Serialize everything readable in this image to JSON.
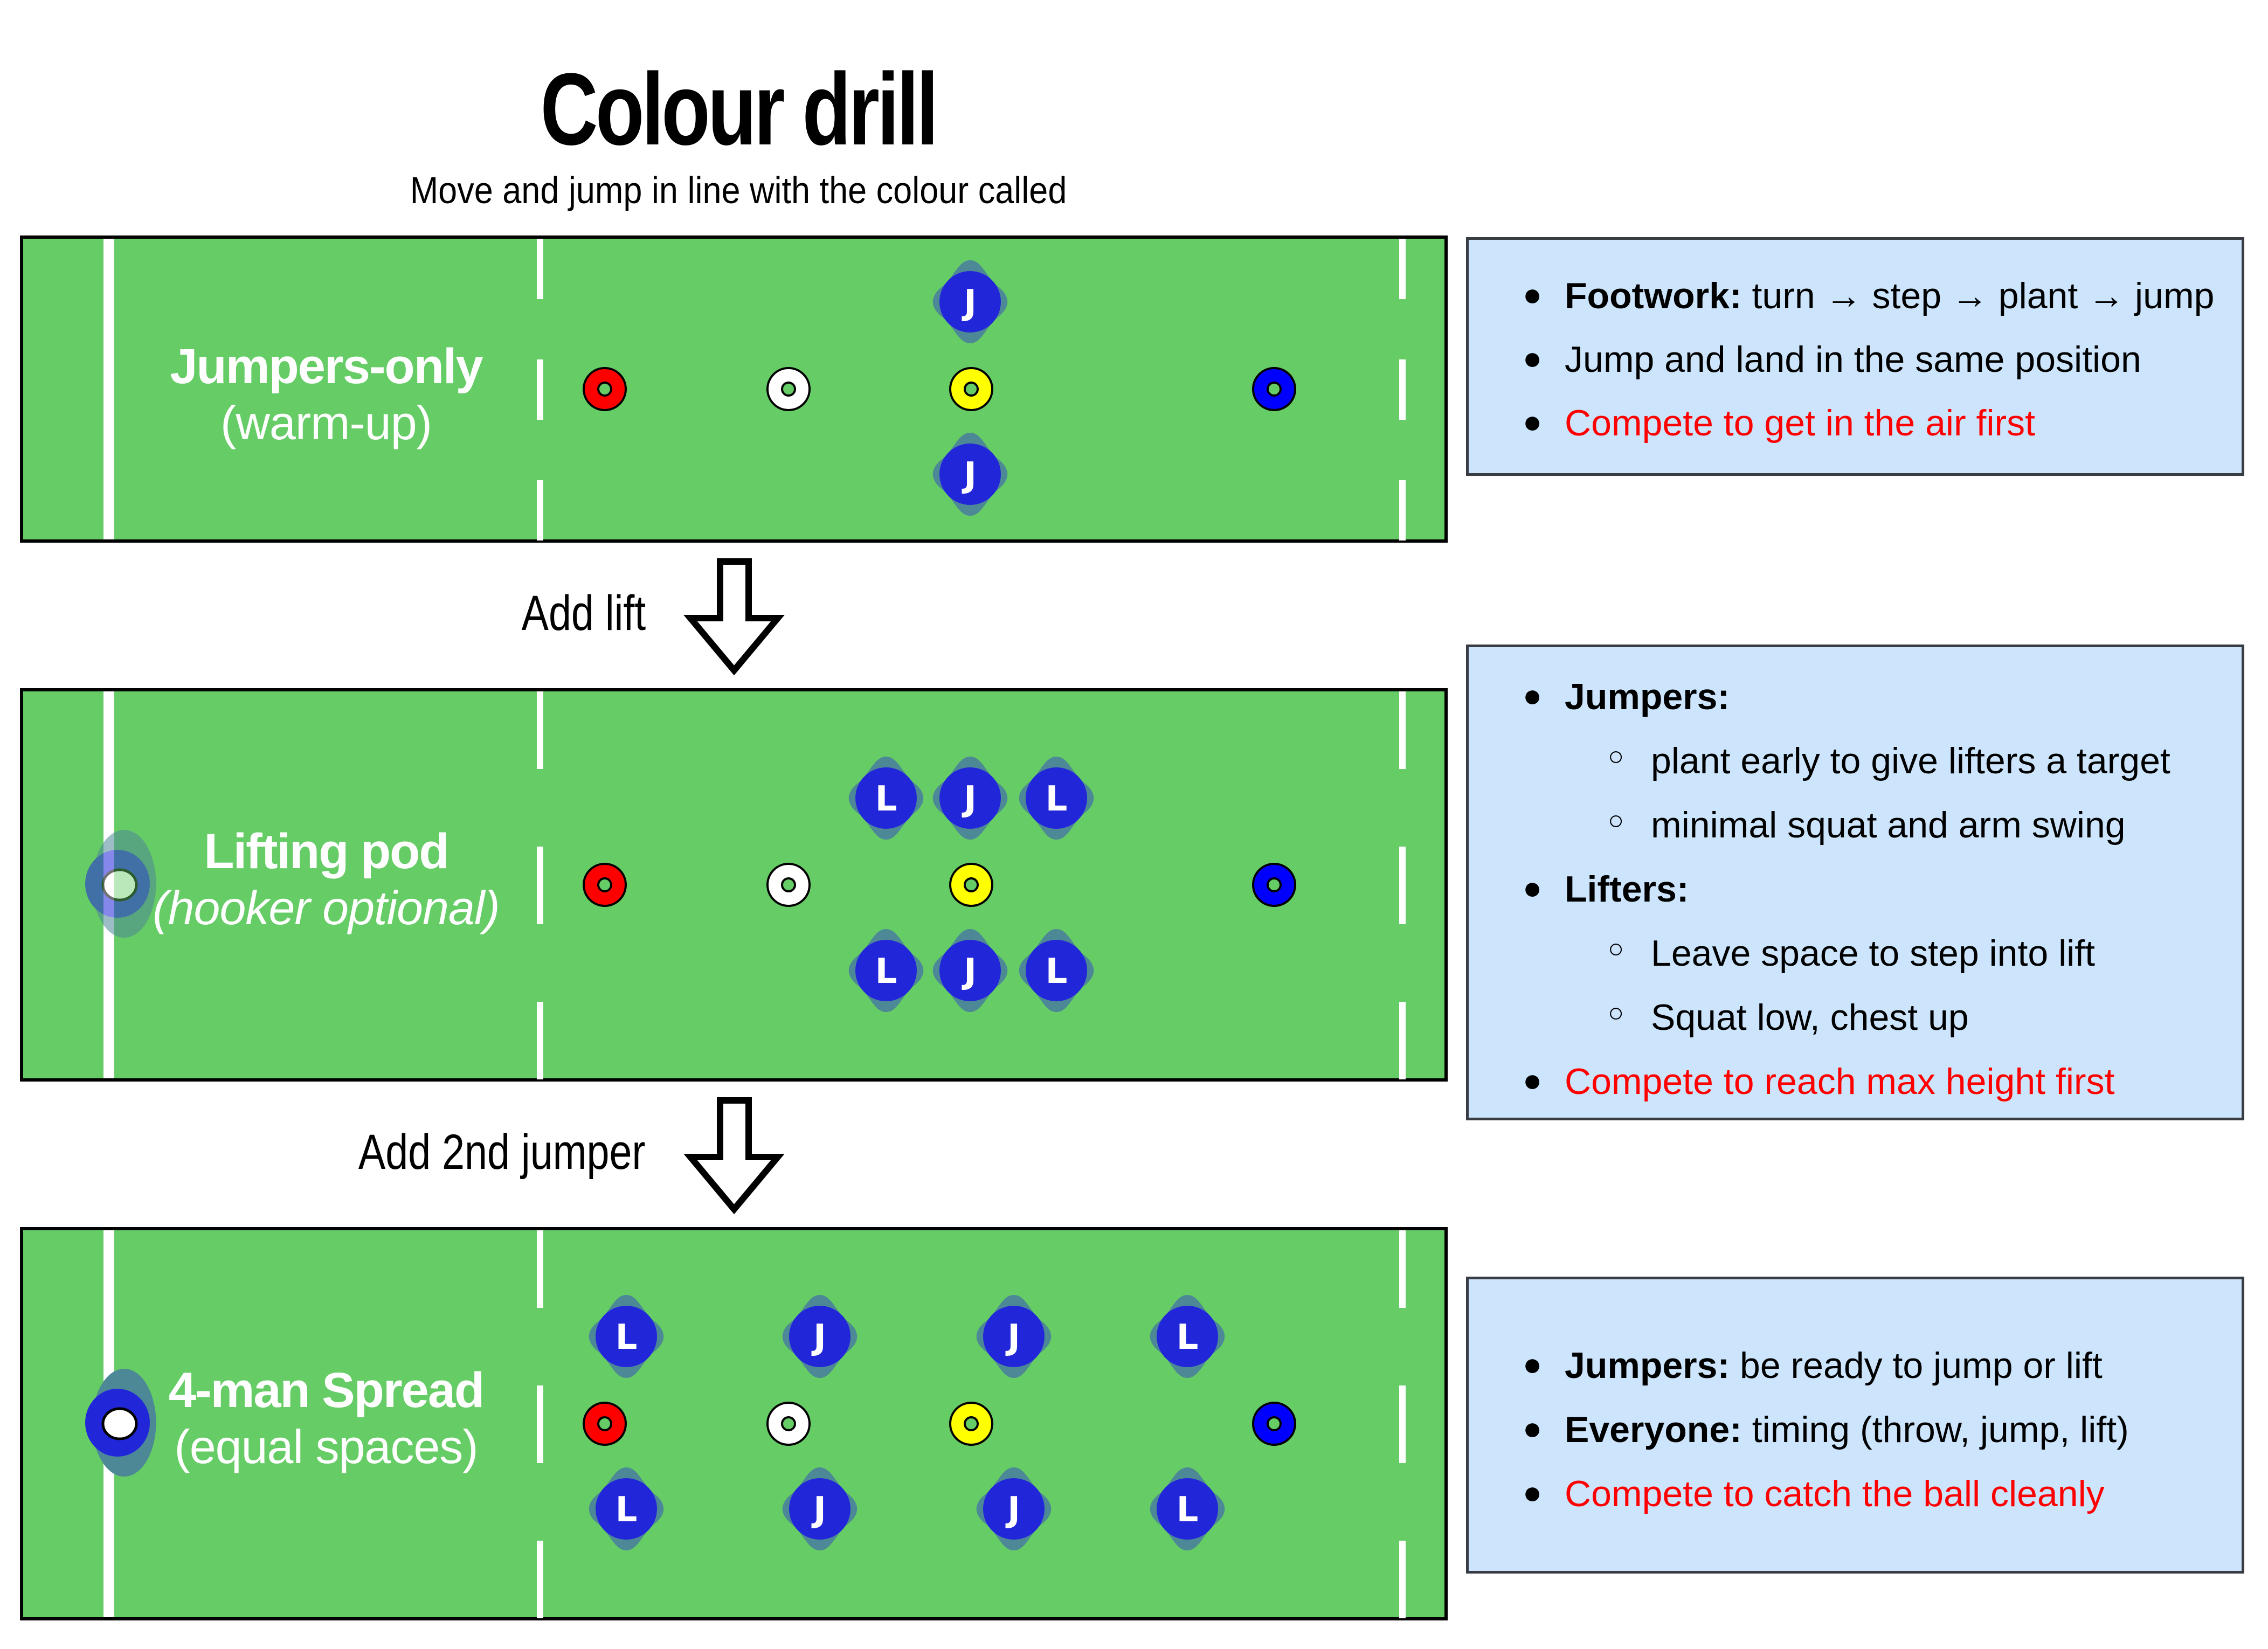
{
  "header": {
    "title": "Colour drill",
    "subtitle": "Move and jump in line with the colour called"
  },
  "colors": {
    "field": "#66cc66",
    "field_lines": "#ffffff",
    "player": "#2226d9",
    "player_shadow": "#4c8896",
    "notes_bg": "#cce5fc",
    "notes_border": "#393c43",
    "emphasis": "#ff0000"
  },
  "cones": [
    {
      "name": "red",
      "color": "#ff0000"
    },
    {
      "name": "white",
      "color": "#ffffff"
    },
    {
      "name": "yellow",
      "color": "#ffff00"
    },
    {
      "name": "blue",
      "color": "#0000ff"
    }
  ],
  "stages": [
    {
      "label_main": "Jumpers-only",
      "label_sub": "(warm-up)",
      "label_sub_italic": false,
      "hooker": "none",
      "players": [
        {
          "role": "J",
          "row": "top"
        },
        {
          "role": "J",
          "row": "bottom"
        }
      ],
      "notes": [
        {
          "level": 1,
          "bold": "Footwork:",
          "text": " turn → step → plant → jump",
          "red": false
        },
        {
          "level": 1,
          "bold": "",
          "text": "Jump and land in the same position",
          "red": false
        },
        {
          "level": 1,
          "bold": "",
          "text": "Compete to get in the air first",
          "red": true
        }
      ]
    },
    {
      "label_main": "Lifting pod",
      "label_sub": "(hooker optional)",
      "label_sub_italic": true,
      "hooker": "optional",
      "players": [
        {
          "role": "L",
          "row": "top"
        },
        {
          "role": "J",
          "row": "top"
        },
        {
          "role": "L",
          "row": "top"
        },
        {
          "role": "L",
          "row": "bottom"
        },
        {
          "role": "J",
          "row": "bottom"
        },
        {
          "role": "L",
          "row": "bottom"
        }
      ],
      "notes": [
        {
          "level": 1,
          "bold": "Jumpers:",
          "text": "",
          "red": false
        },
        {
          "level": 2,
          "bold": "",
          "text": "plant early to give lifters a target",
          "red": false
        },
        {
          "level": 2,
          "bold": "",
          "text": "minimal squat and arm swing",
          "red": false
        },
        {
          "level": 1,
          "bold": "Lifters:",
          "text": "",
          "red": false
        },
        {
          "level": 2,
          "bold": "",
          "text": "Leave space to step into lift",
          "red": false
        },
        {
          "level": 2,
          "bold": "",
          "text": "Squat low, chest up",
          "red": false
        },
        {
          "level": 1,
          "bold": "",
          "text": "Compete to reach max height first",
          "red": true
        }
      ]
    },
    {
      "label_main": "4-man Spread",
      "label_sub": "(equal spaces)",
      "label_sub_italic": false,
      "hooker": "present",
      "players": [
        {
          "role": "L",
          "row": "top"
        },
        {
          "role": "J",
          "row": "top"
        },
        {
          "role": "J",
          "row": "top"
        },
        {
          "role": "L",
          "row": "top"
        },
        {
          "role": "L",
          "row": "bottom"
        },
        {
          "role": "J",
          "row": "bottom"
        },
        {
          "role": "J",
          "row": "bottom"
        },
        {
          "role": "L",
          "row": "bottom"
        }
      ],
      "notes": [
        {
          "level": 1,
          "bold": "Jumpers:",
          "text": " be ready to jump or lift",
          "red": false
        },
        {
          "level": 1,
          "bold": "Everyone:",
          "text": " timing (throw, jump, lift)",
          "red": false
        },
        {
          "level": 1,
          "bold": "",
          "text": "Compete to catch the ball cleanly",
          "red": true
        }
      ]
    }
  ],
  "transitions": [
    {
      "label": "Add lift",
      "icon": "down-arrow-icon"
    },
    {
      "label": "Add 2nd jumper",
      "icon": "down-arrow-icon"
    }
  ],
  "bullets": {
    "level1": "●",
    "level2": "○"
  }
}
